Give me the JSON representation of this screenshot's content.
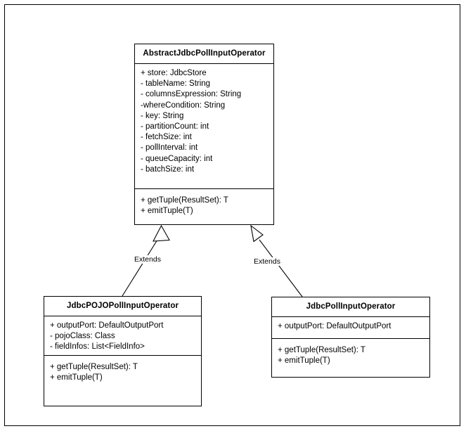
{
  "diagram": {
    "title_hidden": "",
    "classes": [
      {
        "id": "abstract-jdbc-poll-input-operator",
        "name": "AbstractJdbcPollInputOperator",
        "attributes": [
          "+ store: JdbcStore",
          "- tableName: String",
          "- columnsExpression: String",
          "-whereCondition: String",
          "- key: String",
          "- partitionCount: int",
          "- fetchSize: int",
          "- pollInterval: int",
          "- queueCapacity: int",
          "- batchSize: int"
        ],
        "methods": [
          "+ getTuple(ResultSet): T",
          "+ emitTuple(T)"
        ]
      },
      {
        "id": "jdbc-pojo-poll-input-operator",
        "name": "JdbcPOJOPollInputOperator",
        "attributes": [
          "+ outputPort: DefaultOutputPort",
          "- pojoClass: Class",
          "- fieldInfos: List<FieldInfo>"
        ],
        "methods": [
          "+ getTuple(ResultSet): T",
          "+ emitTuple(T)"
        ]
      },
      {
        "id": "jdbc-poll-input-operator",
        "name": "JdbcPollInputOperator",
        "attributes": [
          "+ outputPort: DefaultOutputPort"
        ],
        "methods": [
          "+ getTuple(ResultSet): T",
          "+ emitTuple(T)"
        ]
      }
    ],
    "relationships": [
      {
        "id": "extends-left",
        "label": "Extends",
        "from": "jdbc-pojo-poll-input-operator",
        "to": "abstract-jdbc-poll-input-operator",
        "kind": "generalization"
      },
      {
        "id": "extends-right",
        "label": "Extends",
        "from": "jdbc-poll-input-operator",
        "to": "abstract-jdbc-poll-input-operator",
        "kind": "generalization"
      }
    ],
    "colors": {
      "stroke": "#000000",
      "fill": "#ffffff",
      "text": "#000000"
    }
  }
}
